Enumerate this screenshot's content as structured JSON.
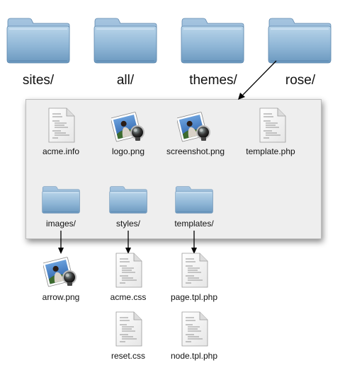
{
  "top_folders": [
    "sites/",
    "all/",
    "themes/",
    "rose/"
  ],
  "panel": {
    "files": [
      "acme.info",
      "logo.png",
      "screenshot.png",
      "template.php"
    ],
    "folders": [
      "images/",
      "styles/",
      "templates/"
    ]
  },
  "below": {
    "images": [
      "arrow.png"
    ],
    "styles": [
      "acme.css",
      "reset.css"
    ],
    "templates": [
      "page.tpl.php",
      "node.tpl.php"
    ]
  }
}
